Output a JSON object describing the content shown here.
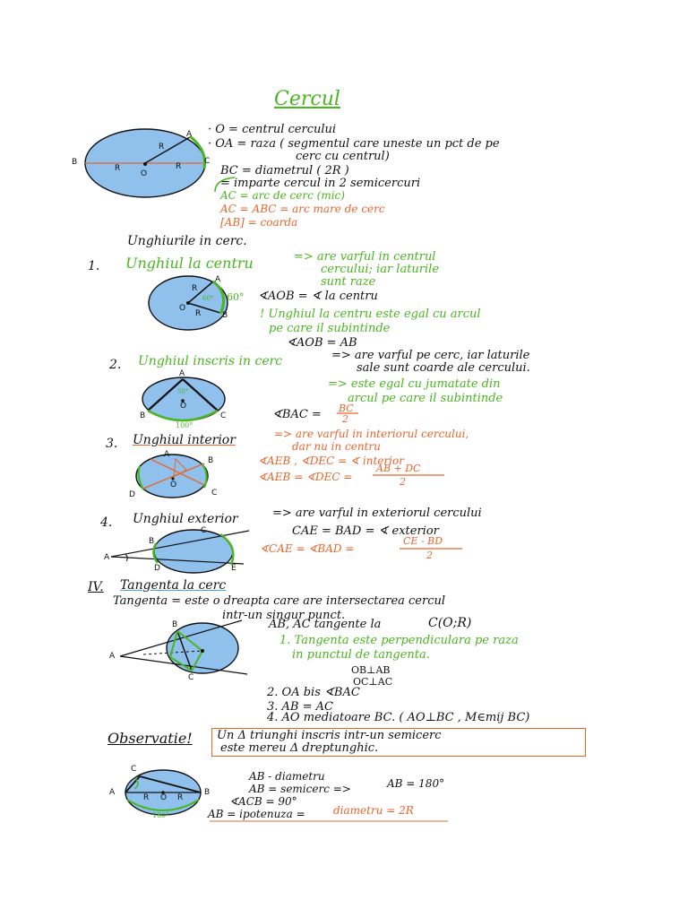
{
  "title": "Cercul",
  "intro": {
    "l1": "· O = centrul cercului",
    "l2": "· OA = raza ( segmentul care uneste un pct de pe",
    "l3": "cerc cu centrul)",
    "l4": "BC = diametrul ( 2R )",
    "l5": "= imparte cercul in 2 semicercuri",
    "l6": "AC = arc de cerc (mic)",
    "l7": "AC = ABC = arc mare de cerc",
    "l8": "[AB] = coarda",
    "fig": {
      "B": "B",
      "A": "A",
      "C": "C",
      "O": "O",
      "R1": "R",
      "R2": "R",
      "R3": "R"
    }
  },
  "angles_heading": "Unghiurile in cerc.",
  "s1": {
    "num": "1.",
    "title": "Unghiul la centru",
    "def1": "=> are varful in centrul",
    "def2": "cercului; iar laturile",
    "def3": "sunt raze",
    "formula": "∢AOB = ∢ la centru",
    "note1": "! Unghiul la centru este egal cu arcul",
    "note2": "pe care il subintinde",
    "eq": "∢AOB = AB",
    "fig": {
      "A": "A",
      "O": "O",
      "B": "B",
      "R1": "R",
      "R2": "R",
      "deg": "60°",
      "ang": "60°"
    }
  },
  "s2": {
    "num": "2.",
    "title": "Unghiul inscris in cerc",
    "def1": "=> are varful pe cerc, iar laturile",
    "def2": "sale sunt coarde ale cercului.",
    "def3": "=> este egal cu jumatate din",
    "def4": "arcul pe care il subintinde",
    "formula": "∢BAC =",
    "num_frac": "BC",
    "den_frac": "2",
    "fig": {
      "A": "A",
      "B": "B",
      "C": "C",
      "O": "O",
      "ang": "50°",
      "arc": "100°"
    }
  },
  "s3": {
    "num": "3.",
    "title": "Unghiul interior",
    "def1": "=> are varful in interiorul cercului,",
    "def2": "dar nu in centru",
    "l1": "∢AEB , ∢DEC = ∢ interior",
    "l2": "∢AEB = ∢DEC =",
    "num_frac": "AB + DC",
    "den_frac": "2",
    "fig": {
      "A": "A",
      "B": "B",
      "C": "C",
      "D": "D",
      "O": "O"
    }
  },
  "s4": {
    "num": "4.",
    "title": "Unghiul exterior",
    "def1": "=> are varful in exteriorul cercului",
    "l1": "CAE = BAD = ∢ exterior",
    "l2": "∢CAE = ∢BAD =",
    "num_frac": "CE - BD",
    "den_frac": "2",
    "fig": {
      "A": "A",
      "B": "B",
      "C": "C",
      "D": "D",
      "E": "E"
    }
  },
  "s5": {
    "num": "IV.",
    "title": "Tangenta la cerc",
    "def1": "Tangenta = este o dreapta care are intersectarea cercul",
    "def2": "intr-un singur punct.",
    "def3": "AB, AC tangente la",
    "circle": "C(O;R)",
    "p1a": "1. Tangenta este perpendiculara pe raza",
    "p1b": "in punctul de tangenta.",
    "p1c": "OB⊥AB",
    "p1d": "OC⊥AC",
    "p2": "2. OA bis ∢BAC",
    "p3": "3. AB = AC",
    "p4": "4. AO mediatoare BC. ( AO⊥BC , M∈mij BC)",
    "fig": {
      "A": "A",
      "B": "B",
      "C": "C"
    }
  },
  "obs": {
    "label": "Observatie!",
    "box1": "Un Δ triunghi inscris intr-un semicerc",
    "box2": "este mereu Δ dreptunghic.",
    "l1": "AB - diametru",
    "l2": "AB = semicerc =>",
    "l2b": "AB = 180°",
    "l3": "∢ACB = 90°",
    "l4": "AB = ipotenuza =",
    "l4b": "diametru = 2R",
    "fig": {
      "A": "A",
      "B": "B",
      "C": "C",
      "O": "O",
      "R1": "R",
      "R2": "R",
      "arc": "180°"
    }
  }
}
